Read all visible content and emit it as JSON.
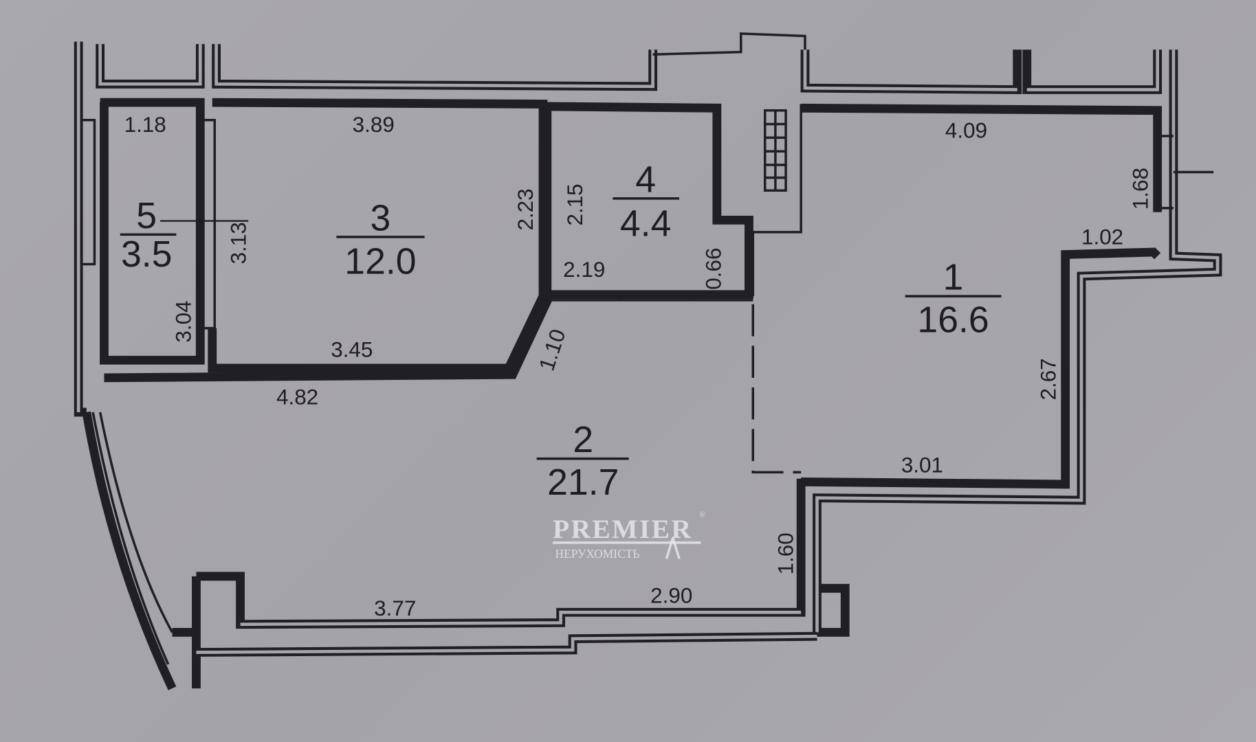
{
  "plan": {
    "rooms": [
      {
        "number": "1",
        "area": "16.6"
      },
      {
        "number": "2",
        "area": "21.7"
      },
      {
        "number": "3",
        "area": "12.0"
      },
      {
        "number": "4",
        "area": "4.4"
      },
      {
        "number": "5",
        "area": "3.5"
      }
    ],
    "dimensions": {
      "r5_top": "1.18",
      "r5_right_a": "3.13",
      "r5_right_b": "3.04",
      "r3_top": "3.89",
      "r3_right": "2.23",
      "r3_bottom": "3.45",
      "r4_left": "2.15",
      "r4_bottom": "2.19",
      "r4_step": "0.66",
      "diag": "1.10",
      "r2_top": "4.82",
      "r2_bottom_a": "3.77",
      "r2_bottom_b": "2.90",
      "r2_right": "1.60",
      "r1_top": "4.09",
      "r1_window": "1.68",
      "r1_step": "1.02",
      "r1_right": "2.67",
      "r1_bottom": "3.01"
    },
    "watermark": {
      "brand": "PREMIER",
      "sub": "НЕРУХОМІСТЬ",
      "mark": "®"
    }
  }
}
